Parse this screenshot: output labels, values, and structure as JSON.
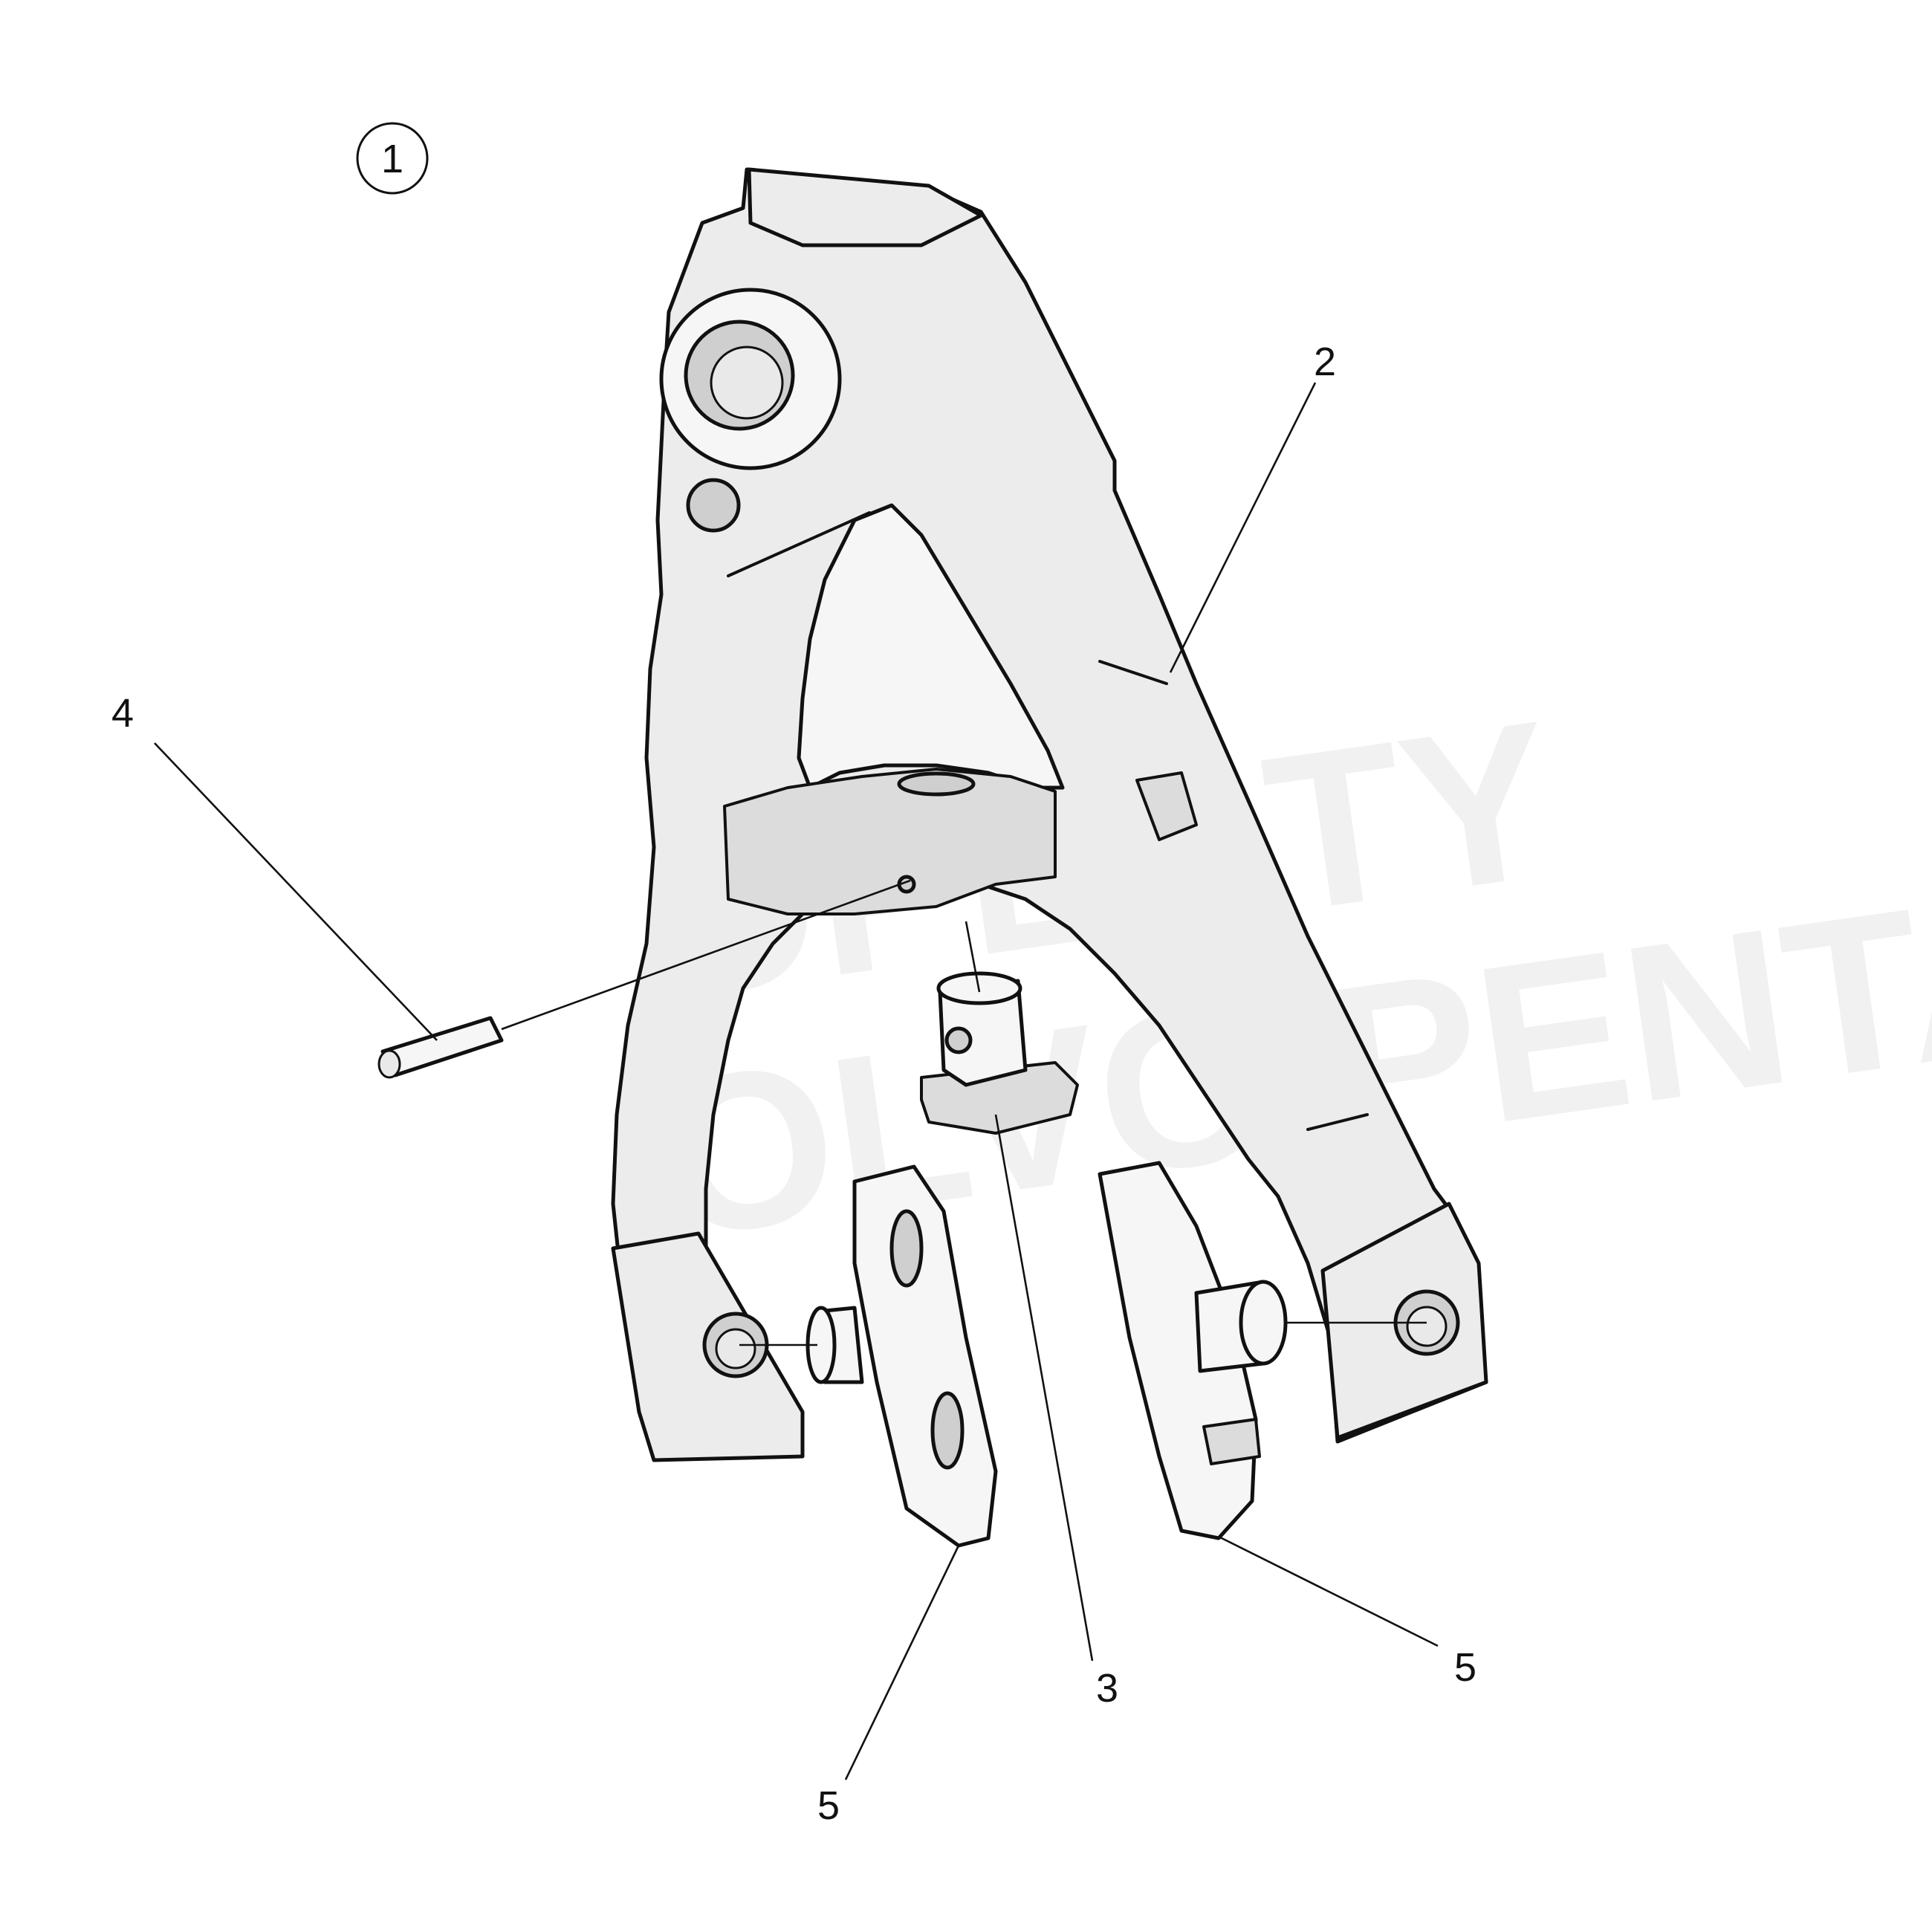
{
  "diagram": {
    "assembly_number": "1",
    "callouts": [
      {
        "id": "fork",
        "label": "2"
      },
      {
        "id": "slider-block",
        "label": "3"
      },
      {
        "id": "roll-pin",
        "label": "4"
      },
      {
        "id": "shoe-left",
        "label": "5"
      },
      {
        "id": "shoe-right",
        "label": "5"
      }
    ],
    "watermark_lines": [
      "OPERTY",
      "OLVO PENTA"
    ]
  }
}
